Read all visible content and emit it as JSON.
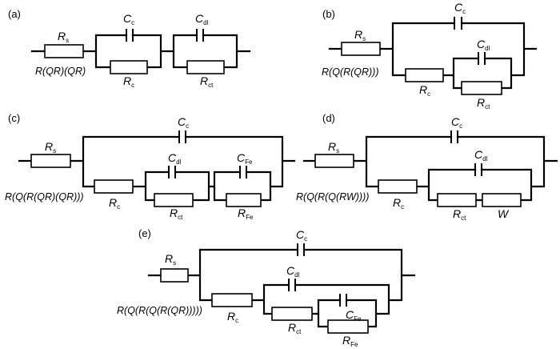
{
  "panels": [
    {
      "id": "a",
      "label": "(a)",
      "formula": "R(QR)(QR)",
      "elements": {
        "Rs": {
          "sym": "R",
          "sub": "s"
        },
        "Cc": {
          "sym": "C",
          "sub": "c"
        },
        "Rc": {
          "sym": "R",
          "sub": "c"
        },
        "Cdl": {
          "sym": "C",
          "sub": "dl"
        },
        "Rct": {
          "sym": "R",
          "sub": "ct"
        }
      }
    },
    {
      "id": "b",
      "label": "(b)",
      "formula": "R(Q(R(QR)))",
      "elements": {
        "Rs": {
          "sym": "R",
          "sub": "s"
        },
        "Cc": {
          "sym": "C",
          "sub": "c"
        },
        "Rc": {
          "sym": "R",
          "sub": "c"
        },
        "Cdl": {
          "sym": "C",
          "sub": "dl"
        },
        "Rct": {
          "sym": "R",
          "sub": "ct"
        }
      }
    },
    {
      "id": "c",
      "label": "(c)",
      "formula": "R(Q(R(QR)(QR)))",
      "elements": {
        "Rs": {
          "sym": "R",
          "sub": "s"
        },
        "Cc": {
          "sym": "C",
          "sub": "c"
        },
        "Rc": {
          "sym": "R",
          "sub": "c"
        },
        "Cdl": {
          "sym": "C",
          "sub": "dl"
        },
        "Rct": {
          "sym": "R",
          "sub": "ct"
        },
        "CFe": {
          "sym": "C",
          "sub": "Fe"
        },
        "RFe": {
          "sym": "R",
          "sub": "Fe"
        }
      }
    },
    {
      "id": "d",
      "label": "(d)",
      "formula": "R(Q(R(Q(RW))))",
      "elements": {
        "Rs": {
          "sym": "R",
          "sub": "s"
        },
        "Cc": {
          "sym": "C",
          "sub": "c"
        },
        "Rc": {
          "sym": "R",
          "sub": "c"
        },
        "Cdl": {
          "sym": "C",
          "sub": "dl"
        },
        "Rct": {
          "sym": "R",
          "sub": "ct"
        },
        "W": {
          "sym": "W",
          "sub": ""
        }
      }
    },
    {
      "id": "e",
      "label": "(e)",
      "formula": "R(Q(R(Q(R(QR)))))",
      "elements": {
        "Rs": {
          "sym": "R",
          "sub": "s"
        },
        "Cc": {
          "sym": "C",
          "sub": "c"
        },
        "Rc": {
          "sym": "R",
          "sub": "c"
        },
        "Cdl": {
          "sym": "C",
          "sub": "dl"
        },
        "Rct": {
          "sym": "R",
          "sub": "ct"
        },
        "CFe": {
          "sym": "C",
          "sub": "Fe"
        },
        "RFe": {
          "sym": "R",
          "sub": "Fe"
        }
      }
    }
  ]
}
